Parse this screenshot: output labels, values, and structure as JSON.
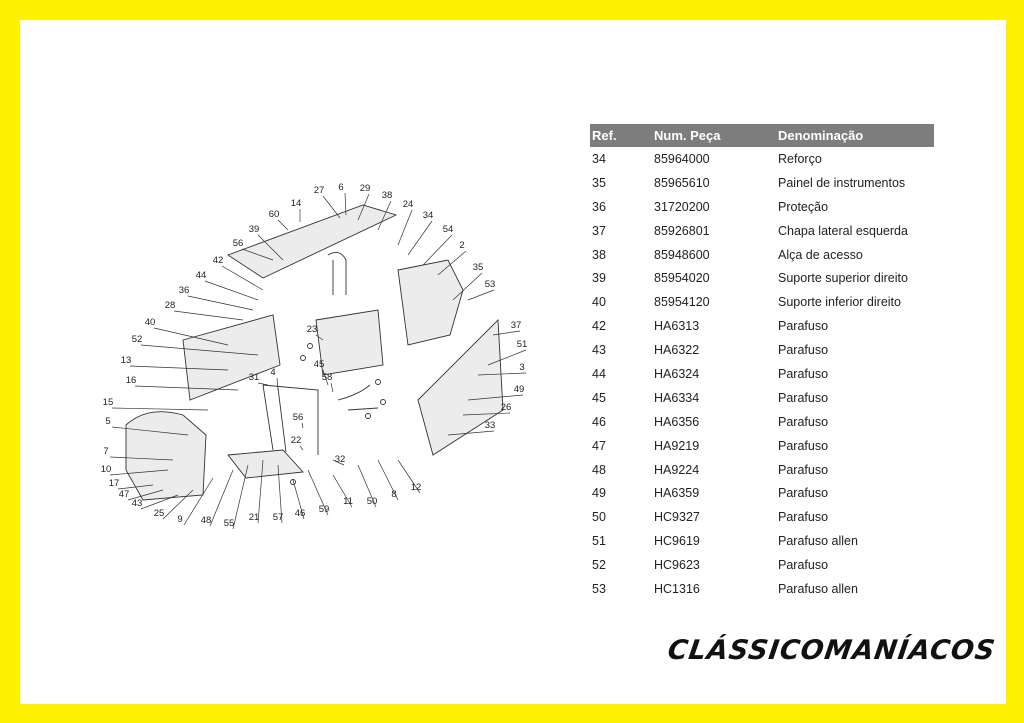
{
  "table": {
    "headers": [
      "Ref.",
      "Num. Peça",
      "Denominação"
    ],
    "rows": [
      [
        "34",
        "85964000",
        "Reforço"
      ],
      [
        "35",
        "85965610",
        "Painel de instrumentos"
      ],
      [
        "36",
        "31720200",
        "Proteção"
      ],
      [
        "37",
        "85926801",
        "Chapa lateral esquerda"
      ],
      [
        "38",
        "85948600",
        "Alça de acesso"
      ],
      [
        "39",
        "85954020",
        "Suporte superior direito"
      ],
      [
        "40",
        "85954120",
        "Suporte inferior direito"
      ],
      [
        "42",
        "HA6313",
        "Parafuso"
      ],
      [
        "43",
        "HA6322",
        "Parafuso"
      ],
      [
        "44",
        "HA6324",
        "Parafuso"
      ],
      [
        "45",
        "HA6334",
        "Parafuso"
      ],
      [
        "46",
        "HA6356",
        "Parafuso"
      ],
      [
        "47",
        "HA9219",
        "Parafuso"
      ],
      [
        "48",
        "HA9224",
        "Parafuso"
      ],
      [
        "49",
        "HA6359",
        "Parafuso"
      ],
      [
        "50",
        "HC9327",
        "Parafuso"
      ],
      [
        "51",
        "HC9619",
        "Parafuso allen"
      ],
      [
        "52",
        "HC9623",
        "Parafuso"
      ],
      [
        "53",
        "HC1316",
        "Parafuso allen"
      ]
    ]
  },
  "diagram": {
    "callouts": [
      "27",
      "6",
      "29",
      "38",
      "14",
      "60",
      "24",
      "34",
      "39",
      "56",
      "54",
      "2",
      "42",
      "44",
      "35",
      "53",
      "36",
      "28",
      "23",
      "40",
      "37",
      "52",
      "51",
      "13",
      "45",
      "58",
      "3",
      "16",
      "31",
      "4",
      "49",
      "15",
      "26",
      "5",
      "56",
      "33",
      "7",
      "22",
      "10",
      "32",
      "17",
      "47",
      "43",
      "25",
      "9",
      "48",
      "55",
      "21",
      "57",
      "46",
      "59",
      "11",
      "50",
      "8",
      "12"
    ]
  },
  "brand": {
    "text": "CLÁSSICOMANÍACOS"
  }
}
